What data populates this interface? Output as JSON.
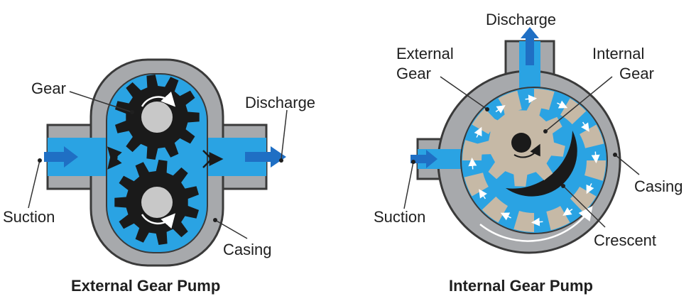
{
  "external_pump": {
    "caption": "External Gear Pump",
    "labels": {
      "gear": "Gear",
      "discharge": "Discharge",
      "suction": "Suction",
      "casing": "Casing"
    }
  },
  "internal_pump": {
    "caption": "Internal Gear Pump",
    "labels": {
      "discharge": "Discharge",
      "external_gear_line1": "External",
      "external_gear_line2": "Gear",
      "internal_gear_line1": "Internal",
      "internal_gear_line2": "Gear",
      "casing": "Casing",
      "suction": "Suction",
      "crescent": "Crescent"
    }
  },
  "colors": {
    "fluid": "#2aa3e3",
    "fluid_arrow": "#1f6fc4",
    "casing": "#a7a9ac",
    "casing_outline": "#3a3a3a",
    "gear_dark": "#1a1a1a",
    "hub": "#c8c8c8",
    "internal_gear": "#c6b9a6"
  }
}
